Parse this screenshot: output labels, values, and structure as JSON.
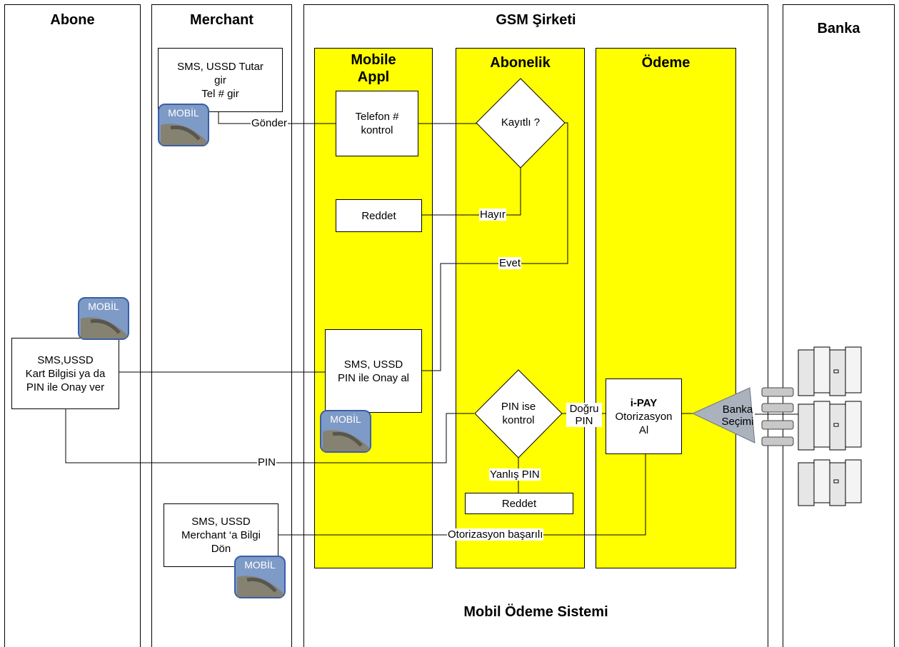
{
  "lanes": {
    "abone": "Abone",
    "merchant": "Merchant",
    "gsm": "GSM Şirketi",
    "banka": "Banka"
  },
  "sublanes": {
    "mobile_appl": "Mobile\nAppl",
    "abonelik": "Abonelik",
    "odeme": "Ödeme"
  },
  "boxes": {
    "merchant_sms_tutar": "SMS, USSD  Tutar\ngir\nTel # gir",
    "telefon_kontrol": "Telefon #\nkontrol",
    "reddet_1": "Reddet",
    "abone_sms_kart": "SMS,USSD\nKart Bilgisi ya da\nPIN  ile Onay ver",
    "sms_pin_onay": "SMS, USSD\nPIN ile Onay al",
    "reddet_2": "Reddet",
    "merchant_bilgi": "SMS,  USSD\nMerchant ‘a Bilgi\nDön",
    "ipay_title": "i-PAY",
    "ipay_body": "Otorizasyon\nAl"
  },
  "diamonds": {
    "kayitli": "Kayıtlı ?",
    "pin_kontrol": "PIN ise\nkontrol"
  },
  "connectors": {
    "gonder": "Gönder",
    "hayir": "Hayır",
    "evet": "Evet",
    "pin": "PIN",
    "dogru_pin": "Doğru\nPIN",
    "yanlis_pin": "Yanlış PIN",
    "otorizasyon_basarili": "Otorizasyon başarılı",
    "banka_secimi": "Banka\nSeçimi"
  },
  "mobil_logo_text": "MOBİL",
  "footer": "Mobil Ödeme Sistemi",
  "colors": {
    "subswimlane": "#ffff00",
    "mobil_bg": "#7e9ac6",
    "mobil_border": "#3b5ea6",
    "server_fill": "#e6e6e6",
    "triangle_fill": "#a9b2bd"
  }
}
